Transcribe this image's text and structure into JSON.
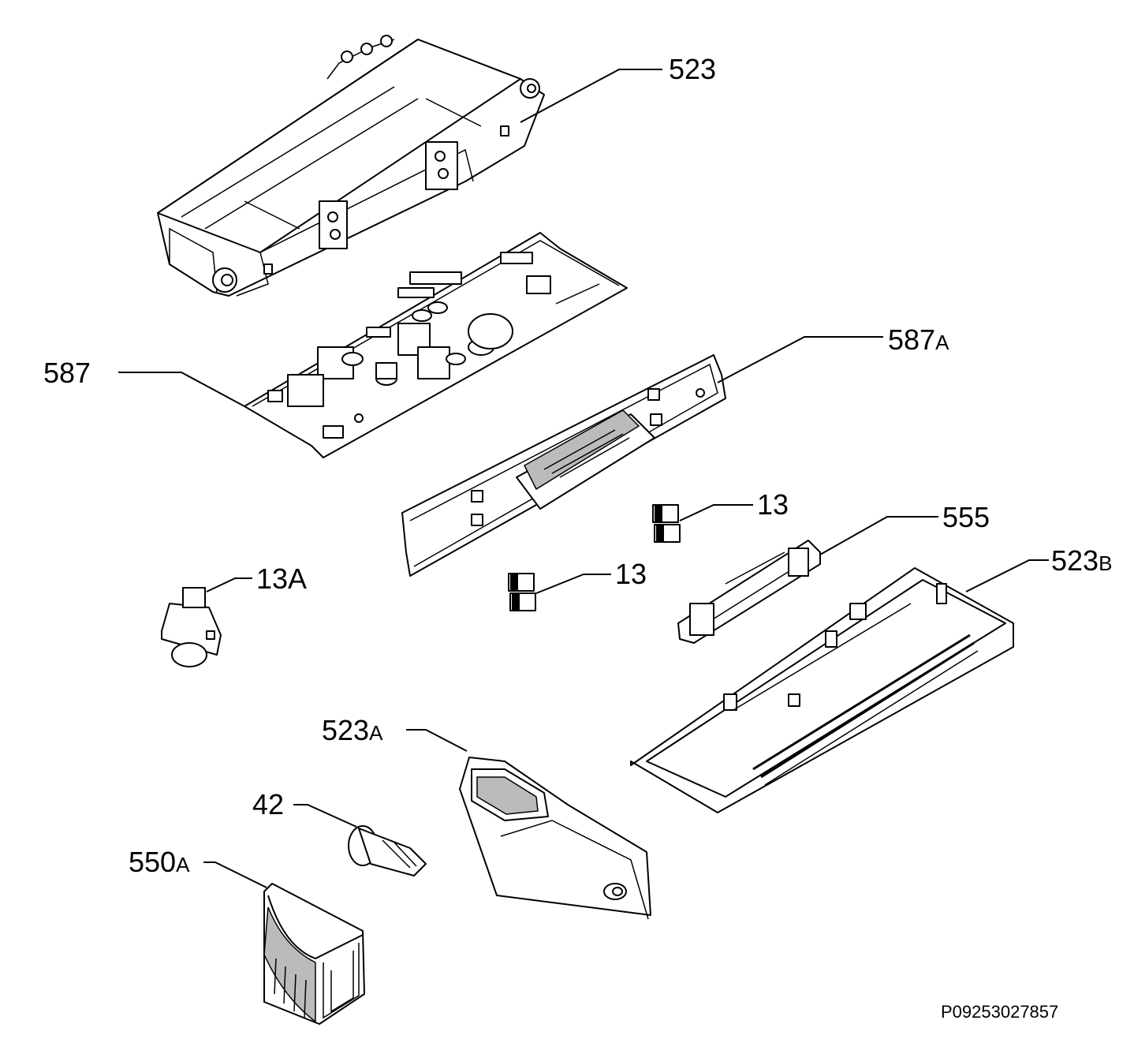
{
  "labels": {
    "p523": {
      "num": "523",
      "suffix": ""
    },
    "p587": {
      "num": "587",
      "suffix": ""
    },
    "p587a": {
      "num": "587",
      "suffix": "A"
    },
    "p13a": {
      "num": "13",
      "suffix": "A"
    },
    "p13_1": {
      "num": "13",
      "suffix": ""
    },
    "p13_2": {
      "num": "13",
      "suffix": ""
    },
    "p555": {
      "num": "555",
      "suffix": ""
    },
    "p523b": {
      "num": "523",
      "suffix": "B"
    },
    "p523a": {
      "num": "523",
      "suffix": "A"
    },
    "p42": {
      "num": "42",
      "suffix": ""
    },
    "p550a": {
      "num": "550",
      "suffix": "A"
    }
  },
  "drawing_code": "P09253027857"
}
